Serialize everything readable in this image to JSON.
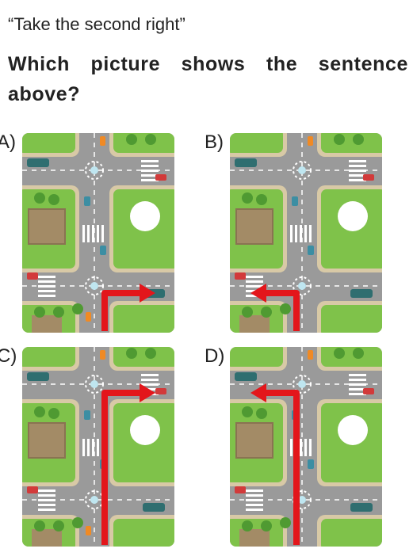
{
  "prompt": {
    "sentence": "“Take the second right”",
    "question": "Which picture shows the sentence above?"
  },
  "options": [
    {
      "label": "A)",
      "route": "turn-right-first-intersection"
    },
    {
      "label": "B)",
      "route": "turn-left-first-intersection"
    },
    {
      "label": "C)",
      "route": "turn-right-second-intersection"
    },
    {
      "label": "D)",
      "route": "turn-left-second-intersection"
    }
  ],
  "colors": {
    "road": "#9a9a9a",
    "grass": "#7fc24a",
    "sidewalk": "#d8c9a6",
    "arrow": "#e3161b",
    "roof": "#a38b66",
    "fountain": "#ffffff"
  }
}
